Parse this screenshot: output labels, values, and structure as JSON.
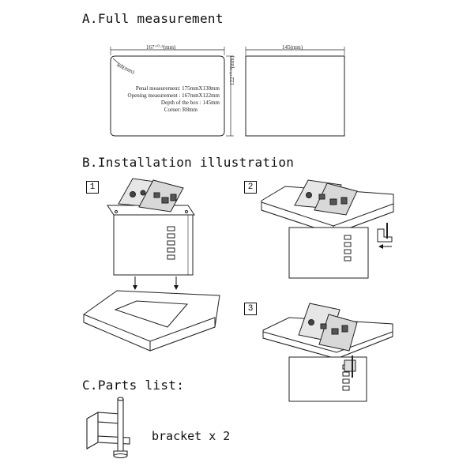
{
  "headings": {
    "a": "A.Full measurement",
    "b": "B.Installation illustration",
    "c": "C.Parts list:"
  },
  "measurement": {
    "top_width_label": "167⁺⁰·⁵(mm)",
    "side_height_label": "122⁺⁰·⁵(mm)",
    "corner_label": "R8(mm)",
    "right_width_label": "145(mm)",
    "spec_lines": [
      "Penal measurement: 175mmX130mm",
      "Opening measurement : 167mmX122mm",
      "Depth of the box : 145mm",
      "Corner: R8mm"
    ]
  },
  "steps": [
    "1",
    "2",
    "3"
  ],
  "parts": {
    "label": "bracket x 2"
  }
}
